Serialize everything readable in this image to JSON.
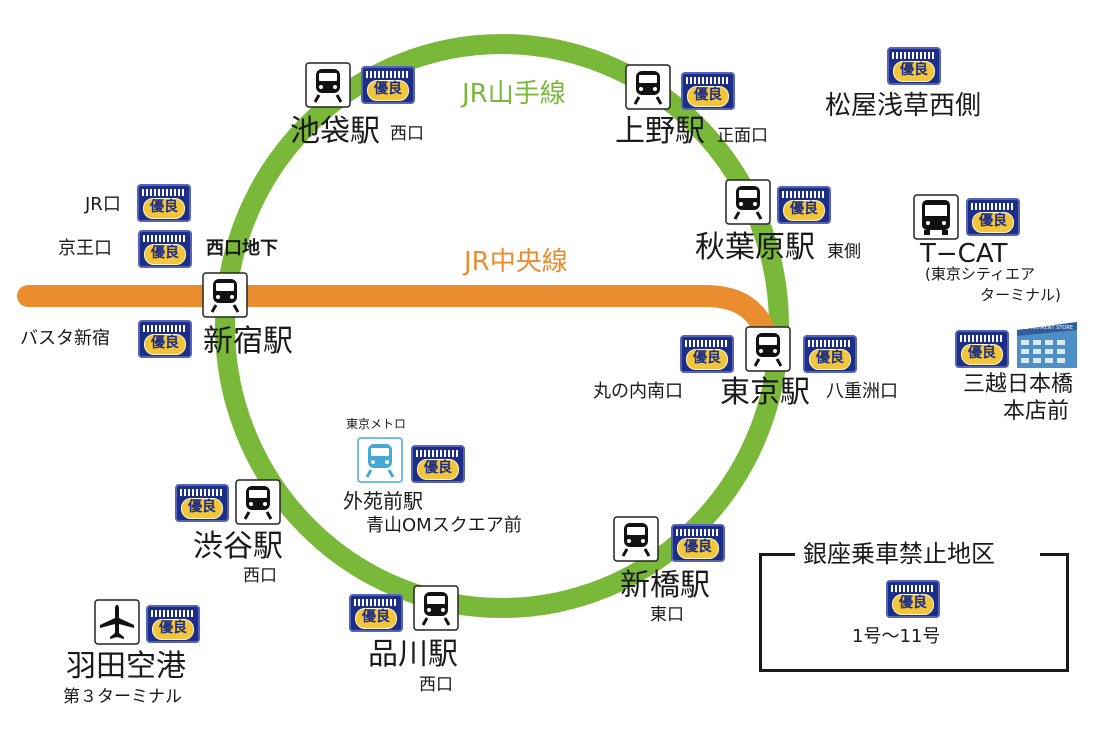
{
  "lines": {
    "yamanote": {
      "label": "JR山手線",
      "color": "#7ab83a"
    },
    "chuo": {
      "label": "JR中央線",
      "color": "#ea8d2e"
    }
  },
  "badge_text": "優良",
  "stations": {
    "ikebukuro": {
      "name": "池袋駅",
      "sub": "西口"
    },
    "ueno": {
      "name": "上野駅",
      "sub": "正面口"
    },
    "akihabara": {
      "name": "秋葉原駅",
      "sub": "東側"
    },
    "shinjuku": {
      "name": "新宿駅",
      "sub": "西口地下",
      "jr_exit": "JR口",
      "keio_exit": "京王口",
      "busta": "バスタ新宿"
    },
    "tokyo": {
      "name": "東京駅",
      "exit_west": "丸の内南口",
      "exit_east": "八重洲口"
    },
    "shibuya": {
      "name": "渋谷駅",
      "sub": "西口"
    },
    "shinagawa": {
      "name": "品川駅",
      "sub": "西口"
    },
    "shimbashi": {
      "name": "新橋駅",
      "sub": "東口"
    },
    "gaienmae": {
      "operator": "東京メトロ",
      "name": "外苑前駅",
      "sub": "青山OMスクエア前"
    }
  },
  "places": {
    "matsuya": {
      "name": "松屋浅草西側"
    },
    "tcat": {
      "name": "T−CAT",
      "sub1": "(東京シティエア",
      "sub2": "ターミナル)"
    },
    "mitsukoshi": {
      "line1": "三越日本橋",
      "line2": "本店前",
      "building_sign": "DEPARTMENT STORE"
    },
    "haneda": {
      "name": "羽田空港",
      "sub": "第３ターミナル"
    }
  },
  "ginza": {
    "title": "銀座乗車禁止地区",
    "range": "1号〜11号"
  },
  "icons": {
    "train": "train-icon",
    "metro": "metro-train-icon",
    "bus": "bus-icon",
    "plane": "airplane-icon",
    "building": "department-store-icon",
    "badge": "yuryo-badge-icon"
  }
}
